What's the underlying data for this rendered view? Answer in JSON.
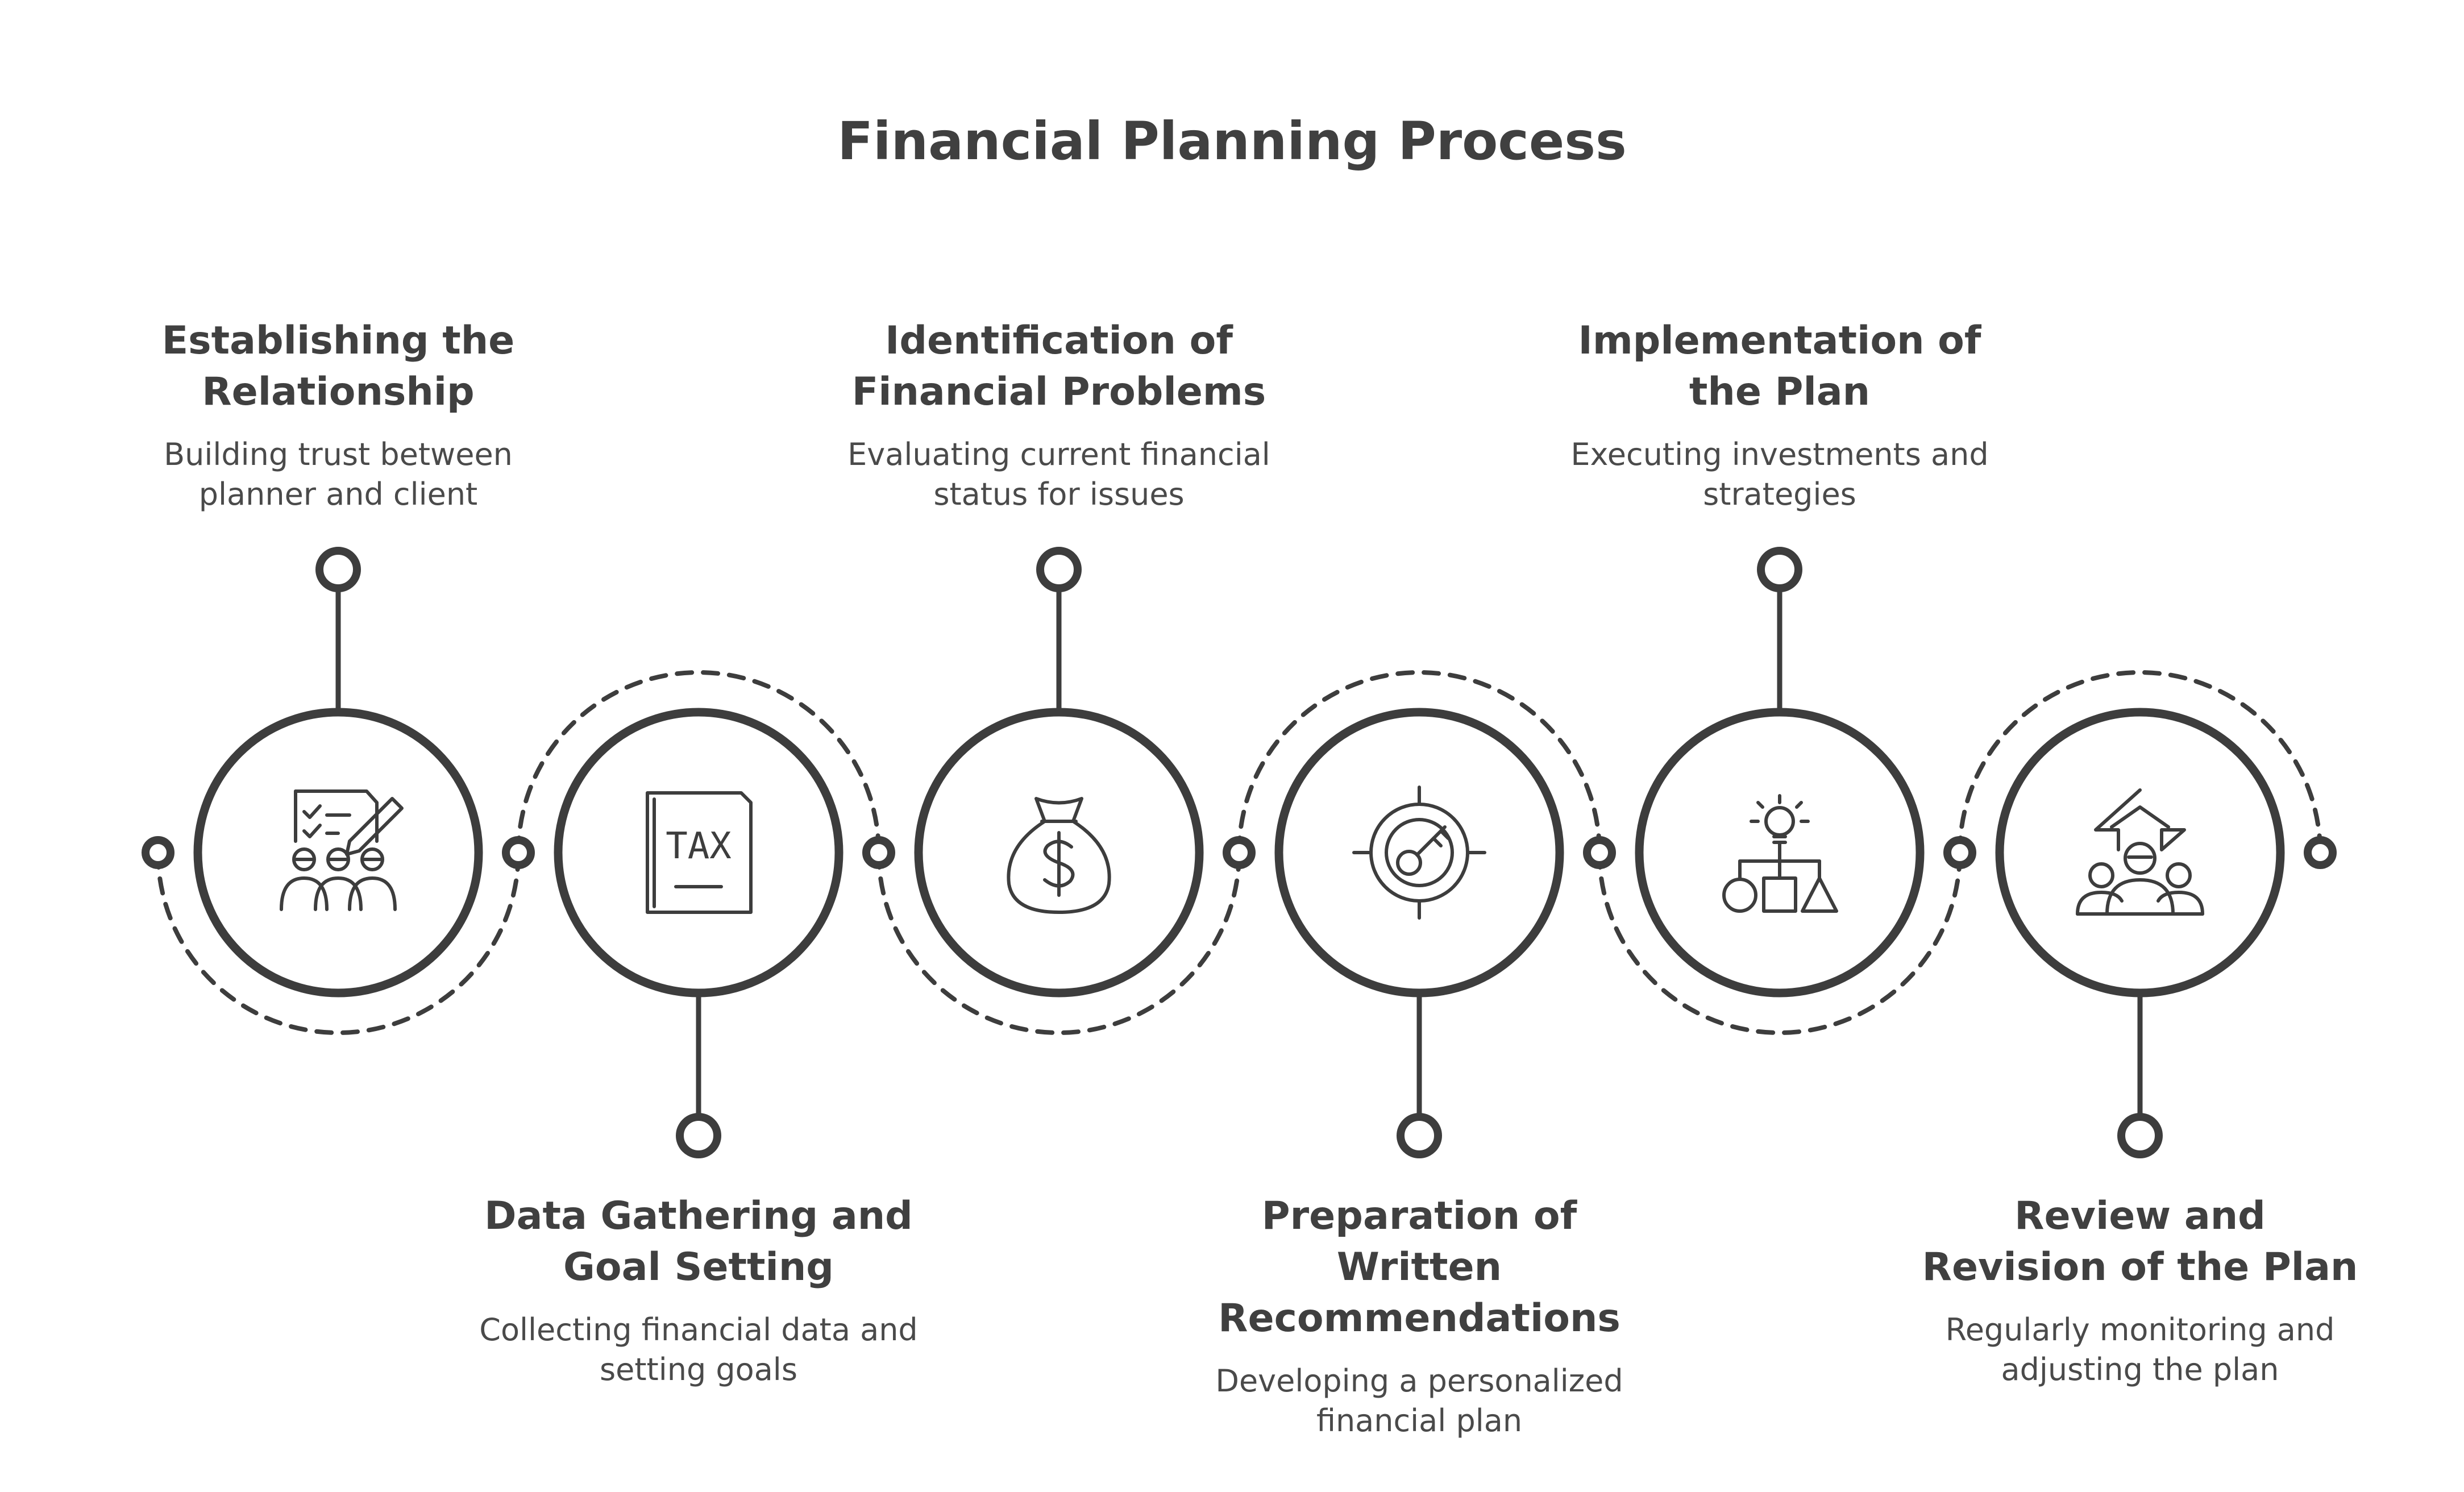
{
  "title": "Financial Planning Process",
  "colors": {
    "stroke": "#3d3d3d",
    "background": "#ffffff"
  },
  "steps": [
    {
      "title": "Establishing the\nRelationship",
      "description": "Building trust between\nplanner and client",
      "icon": "checklist-people-icon",
      "label_position": "top"
    },
    {
      "title": "Data Gathering and\nGoal Setting",
      "description": "Collecting financial data and\nsetting goals",
      "icon": "tax-document-icon",
      "icon_text": "TAX",
      "label_position": "bottom"
    },
    {
      "title": "Identification of\nFinancial Problems",
      "description": "Evaluating current financial\nstatus for issues",
      "icon": "money-bag-icon",
      "label_position": "top"
    },
    {
      "title": "Preparation of\nWritten\nRecommendations",
      "description": "Developing a personalized\nfinancial plan",
      "icon": "target-key-icon",
      "label_position": "bottom"
    },
    {
      "title": "Implementation of\nthe Plan",
      "description": "Executing investments and\nstrategies",
      "icon": "strategy-flow-icon",
      "label_position": "top"
    },
    {
      "title": "Review and\nRevision of the Plan",
      "description": "Regularly monitoring and\nadjusting the plan",
      "icon": "team-growth-icon",
      "label_position": "bottom"
    }
  ]
}
